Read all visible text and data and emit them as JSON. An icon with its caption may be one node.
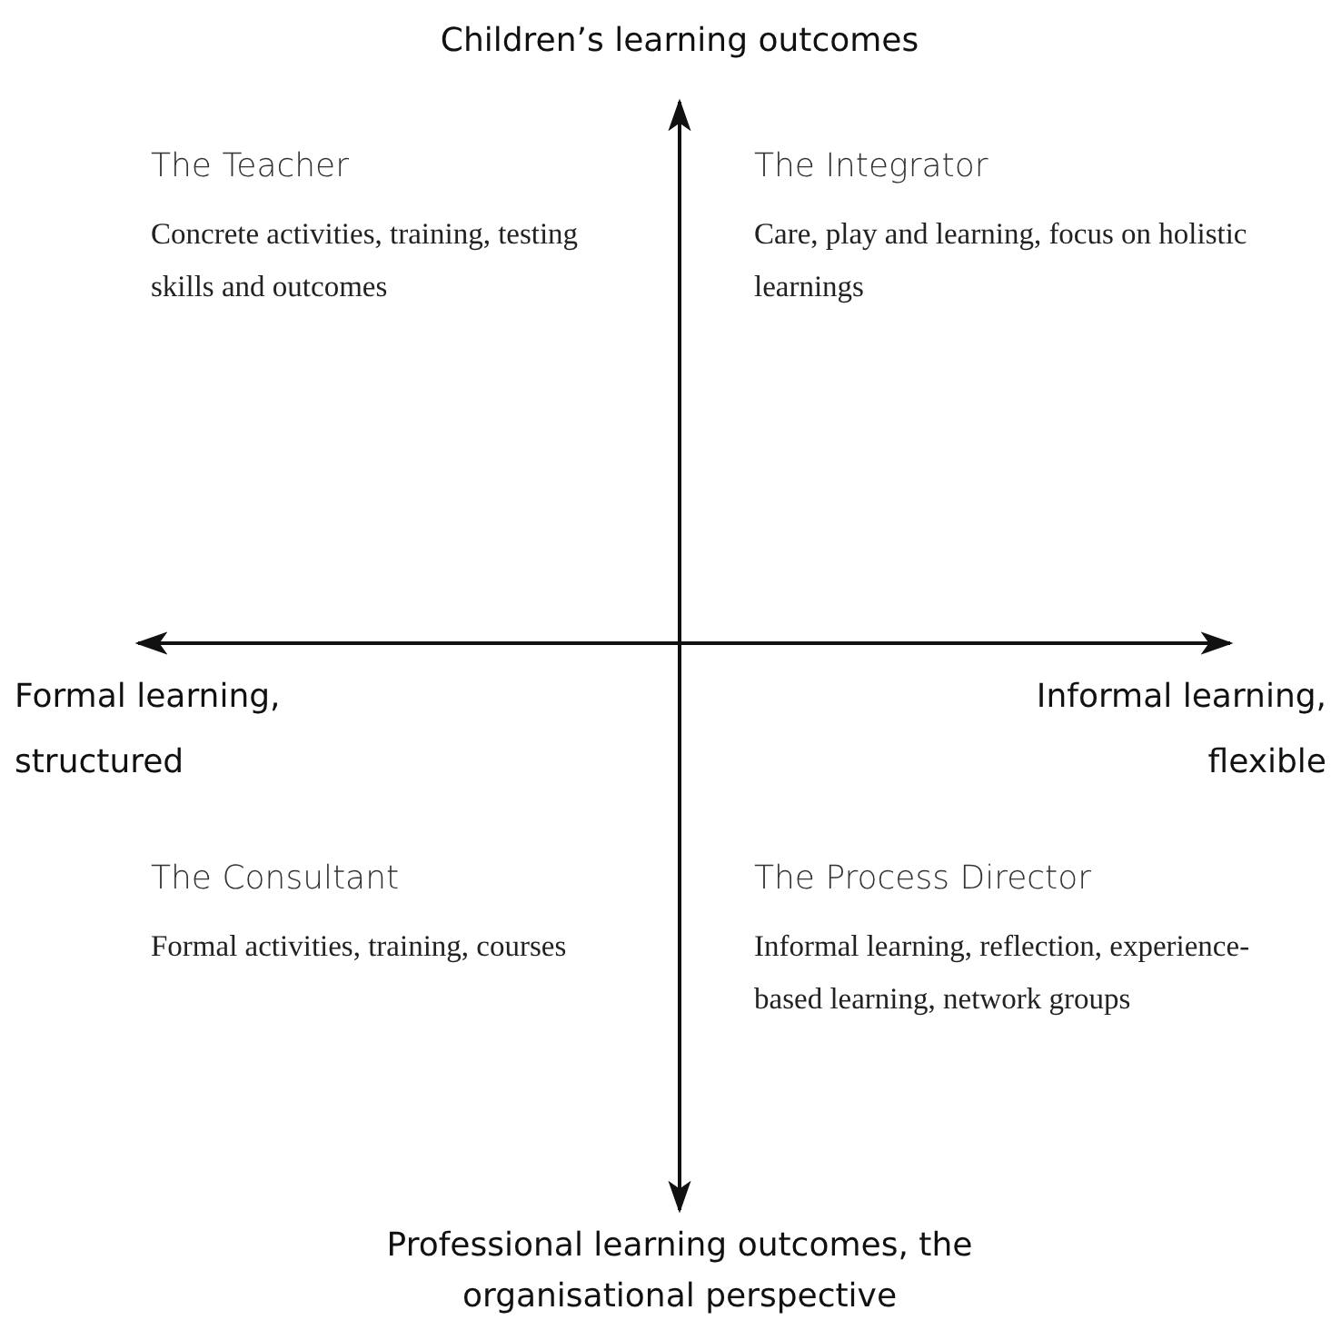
{
  "diagram": {
    "labels": [
      "Children’s learning outcomes",
      "The Teacher",
      "Concrete activities, training, testing skills and outcomes",
      "The Integrator",
      "Care, play and learning, focus on holistic learnings",
      "Formal learning, structured",
      "Informal learning, flexible",
      "The Consultant",
      "Formal activities, training, courses",
      "The Process Director",
      "Informal learning, reflection, experience-based learning, network groups",
      "Professional learning outcomes, the organisational perspective"
    ]
  }
}
